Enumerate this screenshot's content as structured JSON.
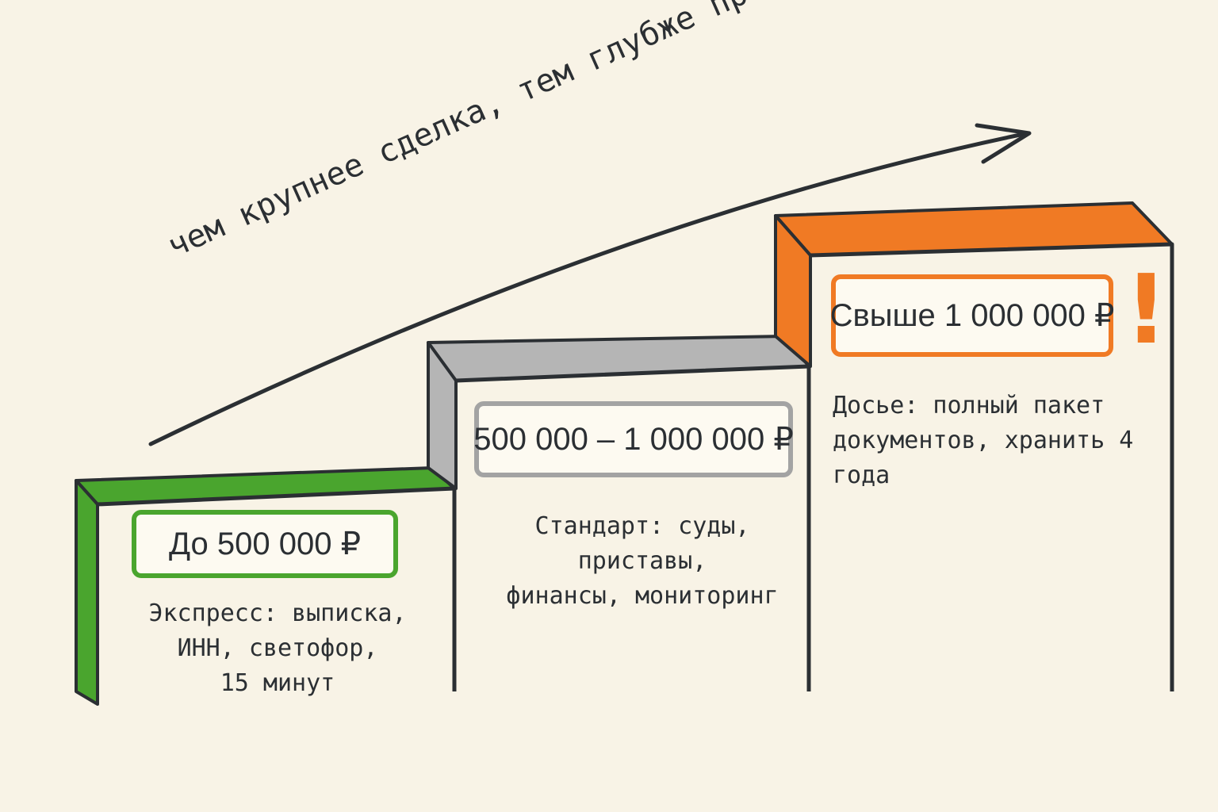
{
  "slogan": "чем крупнее сделка, тем глубже проверка",
  "tiers": [
    {
      "range": "До 500 000 ₽",
      "description": "Экспресс: выписка,\nИНН, светофор,\n15 минут",
      "color": "#4aa52e"
    },
    {
      "range": "500 000 – 1 000 000 ₽",
      "description": "Стандарт: суды, приставы,\nфинансы, мониторинг",
      "color": "#a3a3a3"
    },
    {
      "range": "Свыше 1 000 000 ₽",
      "description": "Досье: полный пакет\nдокументов, хранить 4 года",
      "color": "#f07a24"
    }
  ],
  "alert_mark": "!",
  "ink_color": "#2b2f33",
  "background_color": "#f8f3e6",
  "icons": [
    "arrow-right-icon",
    "exclamation-icon"
  ]
}
